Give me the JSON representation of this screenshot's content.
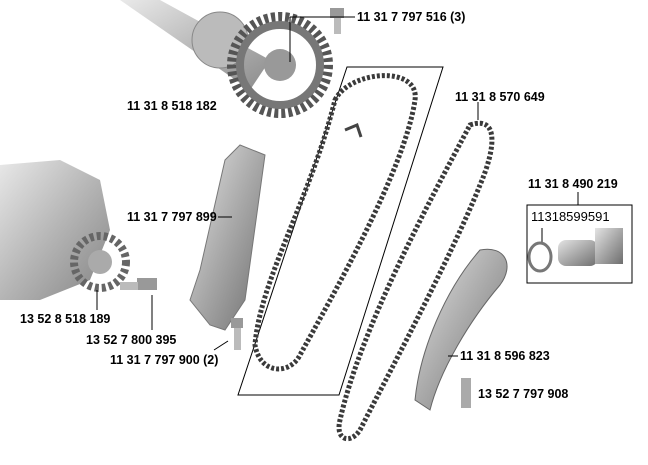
{
  "parts": {
    "camshaft_bolt": "11 31 7 797 516 (3)",
    "camshaft_sprocket": "11 31 8 518 182",
    "timing_chain_lower": "11 31 8 570 649",
    "chain_tensioner": "11 31 8 490 219",
    "tensioner_seal_ring": "11318599591",
    "tensioning_rail": "11 31 7 797 899",
    "pump_sprocket": "13 52 8 518 189",
    "sprocket_bolt": "13 52 7 800 395",
    "rail_bolt": "11 31 7 797 900 (2)",
    "guide_rail": "11 31 8 596 823",
    "guide_pin": "13 52 7 797 908"
  },
  "colors": {
    "part_gray": "#8a8a8a",
    "chain_dark": "#3a3a3a",
    "label": "#000000"
  }
}
